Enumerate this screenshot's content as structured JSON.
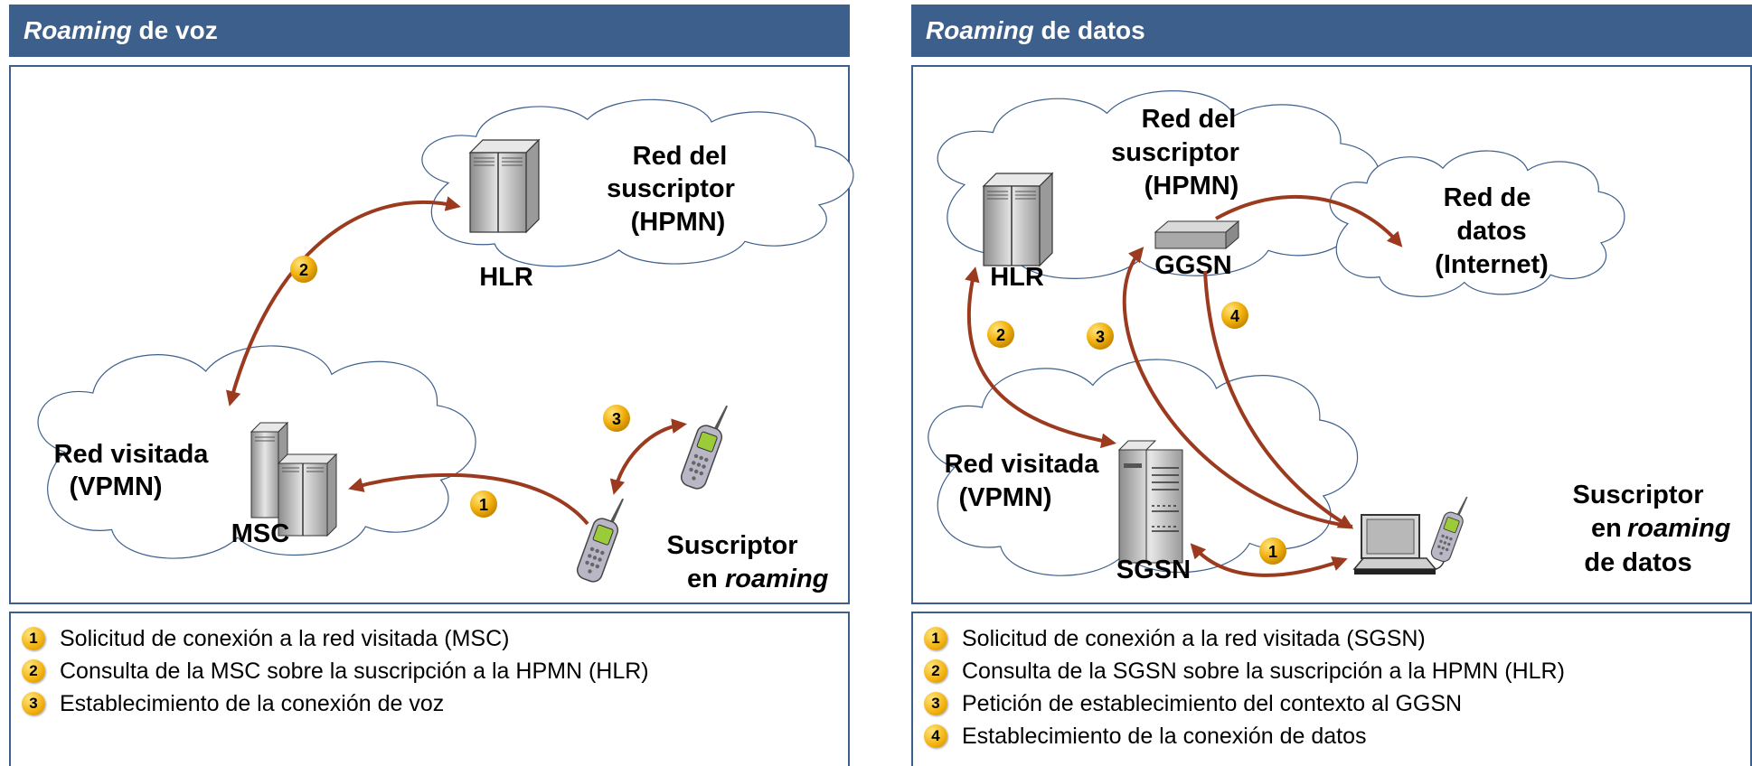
{
  "voice": {
    "title_italic": "Roaming",
    "title_rest": " de voz",
    "home_net": [
      "Red del",
      "suscriptor",
      "(HPMN)"
    ],
    "visited_net": [
      "Red visitada",
      "(VPMN)"
    ],
    "hlr": "HLR",
    "msc": "MSC",
    "subscriber": [
      "Suscriptor",
      "en",
      "roaming"
    ],
    "steps": [
      {
        "num": "1",
        "text": "Solicitud de conexión a la red visitada (MSC)"
      },
      {
        "num": "2",
        "text": "Consulta de la MSC sobre la suscripción a la HPMN (HLR)"
      },
      {
        "num": "3",
        "text": "Establecimiento de la conexión de voz"
      }
    ]
  },
  "data": {
    "title_italic": "Roaming",
    "title_rest": " de datos",
    "home_net": [
      "Red del",
      "suscriptor",
      "(HPMN)"
    ],
    "data_net": [
      "Red de",
      "datos",
      "(Internet)"
    ],
    "visited_net": [
      "Red visitada",
      "(VPMN)"
    ],
    "hlr": "HLR",
    "ggsn": "GGSN",
    "sgsn": "SGSN",
    "subscriber": [
      "Suscriptor",
      "en",
      "roaming",
      "de datos"
    ],
    "steps": [
      {
        "num": "1",
        "text": "Solicitud de conexión a la red visitada (SGSN)"
      },
      {
        "num": "2",
        "text": "Consulta de la SGSN sobre la suscripción a la HPMN (HLR)"
      },
      {
        "num": "3",
        "text": "Petición de establecimiento del contexto al GGSN"
      },
      {
        "num": "4",
        "text": "Establecimiento de la conexión de datos"
      }
    ]
  },
  "colors": {
    "header": "#3d5f8c",
    "arrow": "#9b3a1e",
    "badge": "#f2b10e",
    "cloud_stroke": "#3d5f8c"
  }
}
